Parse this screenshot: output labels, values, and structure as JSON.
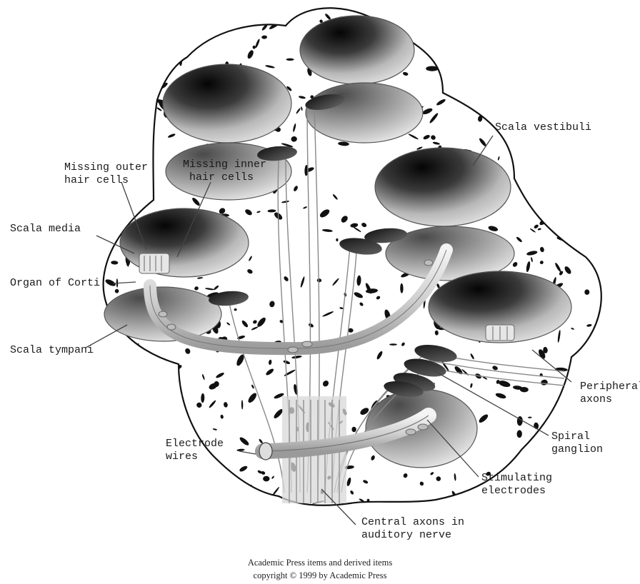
{
  "labels": {
    "scala_vestibuli": "Scala vestibuli",
    "missing_outer_1": "Missing outer",
    "missing_outer_2": "hair cells",
    "missing_inner_1": "Missing inner",
    "missing_inner_2": "hair cells",
    "scala_media": "Scala media",
    "organ_of_corti": "Organ of Corti",
    "scala_tympani": "Scala tympani",
    "peripheral_1": "Peripheral",
    "peripheral_2": "axons",
    "spiral_1": "Spiral",
    "spiral_2": "ganglion",
    "electrode_1": "Electrode",
    "electrode_2": "wires",
    "stimulating_1": "Stimulating",
    "stimulating_2": "electrodes",
    "central_1": "Central axons in",
    "central_2": "auditory nerve"
  },
  "caption": {
    "line1": "Academic Press items and derived items",
    "line2": "copyright © 1999 by Academic Press"
  }
}
